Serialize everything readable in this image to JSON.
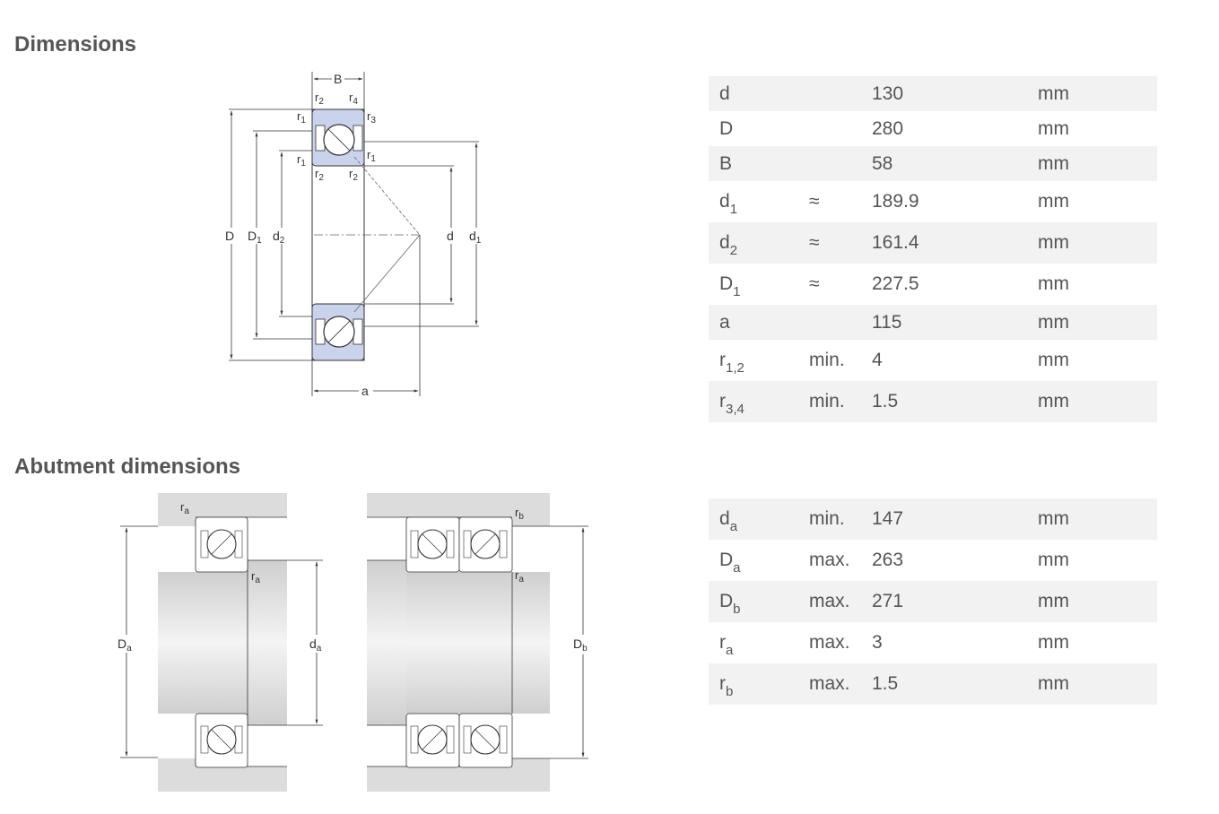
{
  "headings": {
    "dimensions": "Dimensions",
    "abutment": "Abutment dimensions"
  },
  "diagram_labels": {
    "B": "B",
    "a": "a",
    "D": "D",
    "D1": "D",
    "D1_sub": "1",
    "d2": "d",
    "d2_sub": "2",
    "d": "d",
    "d1": "d",
    "d1_sub": "1",
    "r": "r",
    "s1": "1",
    "s2": "2",
    "s3": "3",
    "s4": "4",
    "Da": "D",
    "Db": "D",
    "da": "d",
    "ra": "r",
    "rb": "r",
    "sa": "a",
    "sb": "b"
  },
  "dimensions": [
    {
      "symbol": "d",
      "sub": "",
      "qualifier": "",
      "value": "130",
      "unit": "mm"
    },
    {
      "symbol": "D",
      "sub": "",
      "qualifier": "",
      "value": "280",
      "unit": "mm"
    },
    {
      "symbol": "B",
      "sub": "",
      "qualifier": "",
      "value": "58",
      "unit": "mm"
    },
    {
      "symbol": "d",
      "sub": "1",
      "qualifier": "≈",
      "value": "189.9",
      "unit": "mm"
    },
    {
      "symbol": "d",
      "sub": "2",
      "qualifier": "≈",
      "value": "161.4",
      "unit": "mm"
    },
    {
      "symbol": "D",
      "sub": "1",
      "qualifier": "≈",
      "value": "227.5",
      "unit": "mm"
    },
    {
      "symbol": "a",
      "sub": "",
      "qualifier": "",
      "value": "115",
      "unit": "mm"
    },
    {
      "symbol": "r",
      "sub": "1,2",
      "qualifier": "min.",
      "value": "4",
      "unit": "mm"
    },
    {
      "symbol": "r",
      "sub": "3,4",
      "qualifier": "min.",
      "value": "1.5",
      "unit": "mm"
    }
  ],
  "abutment": [
    {
      "symbol": "d",
      "sub": "a",
      "qualifier": "min.",
      "value": "147",
      "unit": "mm"
    },
    {
      "symbol": "D",
      "sub": "a",
      "qualifier": "max.",
      "value": "263",
      "unit": "mm"
    },
    {
      "symbol": "D",
      "sub": "b",
      "qualifier": "max.",
      "value": "271",
      "unit": "mm"
    },
    {
      "symbol": "r",
      "sub": "a",
      "qualifier": "max.",
      "value": "3",
      "unit": "mm"
    },
    {
      "symbol": "r",
      "sub": "b",
      "qualifier": "max.",
      "value": "1.5",
      "unit": "mm"
    }
  ],
  "colors": {
    "ring_fill": "#c9d3ec",
    "housing_fill": "#dcdcdc",
    "row_shade": "#f2f2f2",
    "heading": "#555555"
  }
}
